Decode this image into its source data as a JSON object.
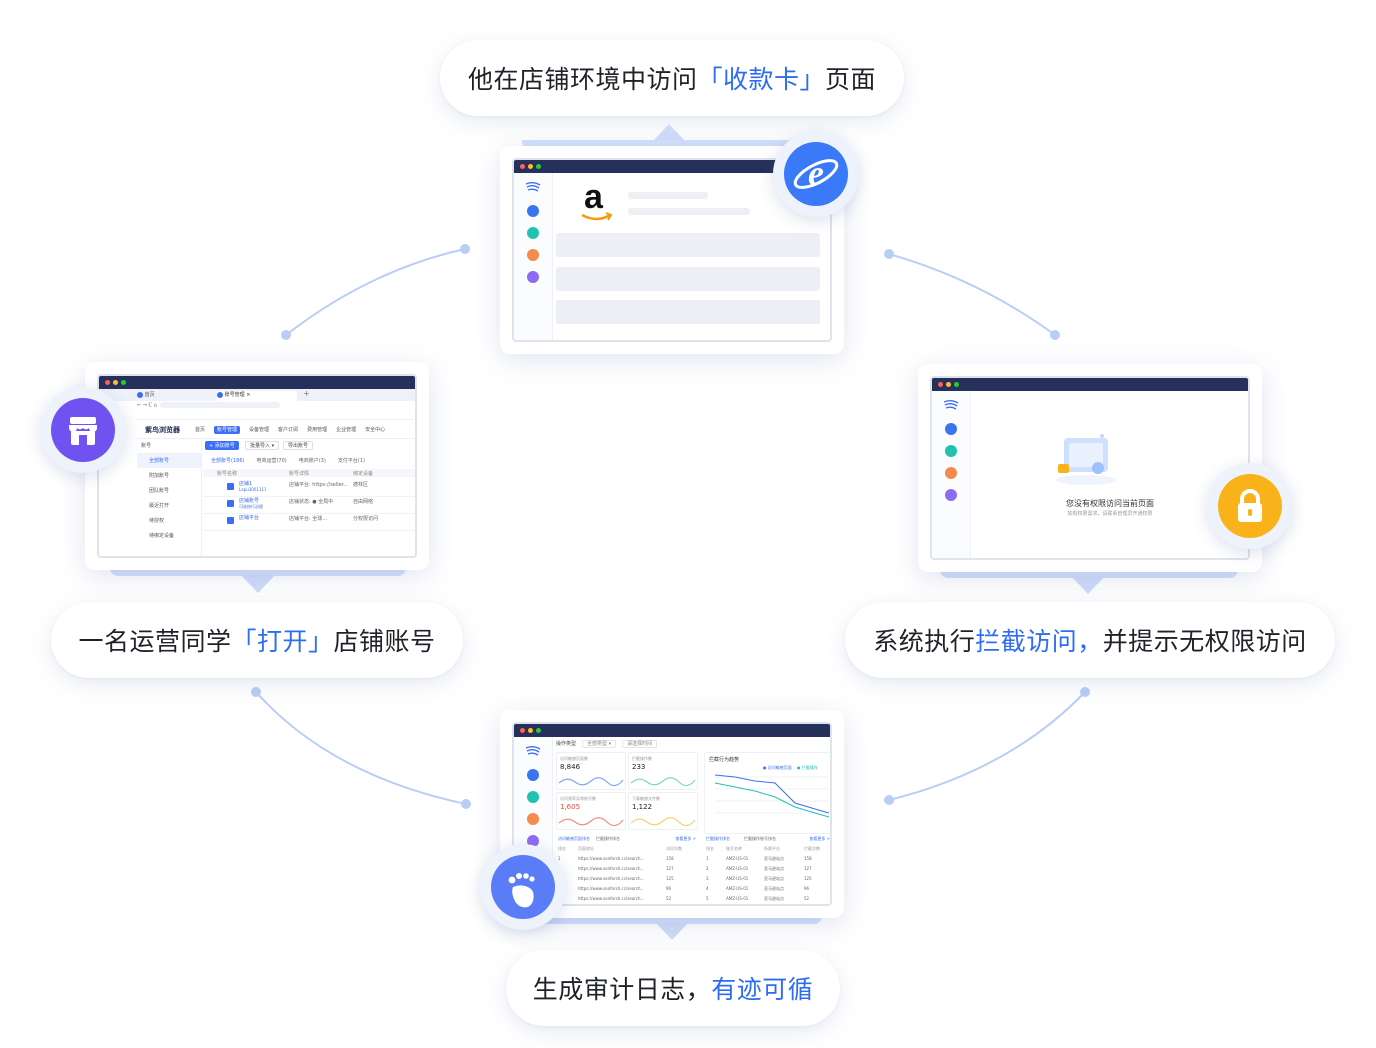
{
  "steps": {
    "step1": {
      "prefix": "一名运营同学",
      "highlight": "「打开」",
      "suffix": "店铺账号"
    },
    "step2": {
      "prefix": "他在店铺环境中访问",
      "highlight": "「收款卡」",
      "suffix": "页面"
    },
    "step3": {
      "prefix": "系统执行",
      "highlight": "拦截访问，",
      "suffix": "并提示无权限访问"
    },
    "step4": {
      "prefix": "生成审计日志，",
      "highlight": "有迹可循",
      "suffix": ""
    }
  },
  "browser_screen": {
    "brand": "紫鸟浏览器",
    "tab1": "首页",
    "tab2": "账号管理",
    "new_tab": "+",
    "nav_items": [
      "首页",
      "账号管理",
      "设备管理",
      "客户订阅",
      "费用管理",
      "企业管理",
      "安全中心"
    ],
    "add_button": "+ 添加账号",
    "import_button": "批量导入 ▾",
    "export_button": "导出账号",
    "sidebar_items": [
      "账号",
      "全部账号",
      "附加账号",
      "团队账号",
      "最近打开",
      "待授权",
      "待绑定设备"
    ],
    "filter_tabs": [
      "全部账号(186)",
      "电商运营(70)",
      "电商账户(3)",
      "支付平台(1)"
    ],
    "columns": [
      "账号名称",
      "账号详情",
      "绑定设备"
    ],
    "rows": [
      {
        "name": "店铺1",
        "sub": "Lapu3001111",
        "detail": "店铺平台: https://seller...",
        "device": "德林区"
      },
      {
        "name": "店铺账号",
        "sub": "可选修行治理",
        "detail": "店铺状态: ● 全局中",
        "device": "自由网络"
      },
      {
        "name": "店铺平台",
        "sub": "",
        "detail": "店铺平台: 全球...",
        "device": "分权限访问"
      }
    ]
  },
  "amazon_screen": {
    "logo_letter": "a"
  },
  "blocked_screen": {
    "message": "您没有权限访问当前页面",
    "hint": "如有权限需求，请联系管理员开通权限"
  },
  "audit_screen": {
    "filters": [
      "操作类型",
      "全部类型 ▾",
      "请选择时间"
    ],
    "stat_cards": [
      {
        "label": "访问敏感页面数",
        "value": "8,846"
      },
      {
        "label": "拦截操作数",
        "value": "233"
      },
      {
        "label": "访问频率异常账号数",
        "value": "1,605"
      },
      {
        "label": "下载敏感文件数",
        "value": "1,122"
      }
    ],
    "trend_title": "拦截行为趋势",
    "legend": [
      "● 访问敏感页面",
      "● 拦截操作"
    ],
    "tables": [
      {
        "title": "访问敏感页面排名",
        "tab2": "拦截操作排名",
        "more": "查看更多 >",
        "columns": [
          "排名",
          "页面地址",
          "访问次数"
        ]
      },
      {
        "title": "拦截操作排名",
        "tab2": "拦截操作账号排名",
        "more": "查看更多 >",
        "columns": [
          "排名",
          "账号名称",
          "所属平台",
          "拦截次数"
        ]
      }
    ],
    "left_rows": [
      {
        "rank": "1",
        "url": "https://www.sonforsh.cc/search...",
        "count": "158"
      },
      {
        "rank": "2",
        "url": "https://www.sonforsh.cc/search...",
        "count": "127"
      },
      {
        "rank": "3",
        "url": "https://www.sonforsh.cc/search...",
        "count": "125"
      },
      {
        "rank": "4",
        "url": "https://www.sonforsh.cc/search...",
        "count": "96"
      },
      {
        "rank": "5",
        "url": "https://www.sonforsh.cc/search...",
        "count": "52"
      }
    ],
    "right_rows": [
      {
        "rank": "1",
        "account": "AMZ-US-01",
        "platform": "亚马逊站点",
        "count": "158"
      },
      {
        "rank": "2",
        "account": "AMZ-US-01",
        "platform": "亚马逊站点",
        "count": "127"
      },
      {
        "rank": "3",
        "account": "AMZ-US-01",
        "platform": "亚马逊站点",
        "count": "125"
      },
      {
        "rank": "4",
        "account": "AMZ-US-01",
        "platform": "亚马逊站点",
        "count": "96"
      },
      {
        "rank": "5",
        "account": "AMZ-US-01",
        "platform": "亚马逊站点",
        "count": "52"
      }
    ]
  },
  "icons": {
    "store": "store-icon",
    "browser": "ie-browser-icon",
    "lock": "lock-icon",
    "footprint": "footprint-icon"
  },
  "colors": {
    "accent": "#2e6cf6",
    "connector": "#b9cdf5",
    "titlebar": "#25315a",
    "store_badge": "#6f52ef",
    "browser_badge": "#3a79f7",
    "lock_badge": "#f9b21a",
    "foot_badge": "#5a7cf6"
  }
}
